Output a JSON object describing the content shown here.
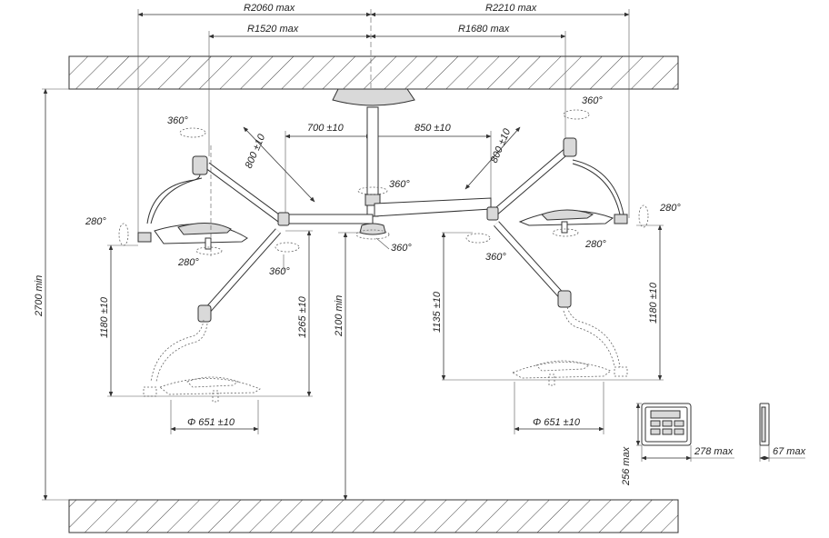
{
  "dimensions": {
    "reach_left_max": "R2060 max",
    "reach_right_max": "R2210 max",
    "arm_left_max": "R1520 max",
    "arm_right_max": "R1680 max",
    "offset_left": "700 ±10",
    "offset_right": "850 ±10",
    "spring_arm_left": "800 ±10",
    "spring_arm_right": "800 ±10",
    "ceiling_height_min": "2700 min",
    "central_height_min": "2100 min",
    "left_stroke": "1180 ±10",
    "left_inner_stroke": "1265 ±10",
    "right_inner_stroke": "1135 ±10",
    "right_stroke": "1180 ±10",
    "head_diameter_left": "Φ 651 ±10",
    "head_diameter_right": "Φ 651 ±10",
    "control_panel_height": "256 max",
    "control_panel_width": "278 max",
    "control_panel_depth": "67 max"
  },
  "rotations": {
    "left_top": "360°",
    "left_side": "280°",
    "left_bottom": "280°",
    "left_joint": "360°",
    "center_top": "360°",
    "center_bottom": "360°",
    "right_top": "360°",
    "right_side": "280°",
    "right_bottom": "280°",
    "right_joint": "360°"
  }
}
